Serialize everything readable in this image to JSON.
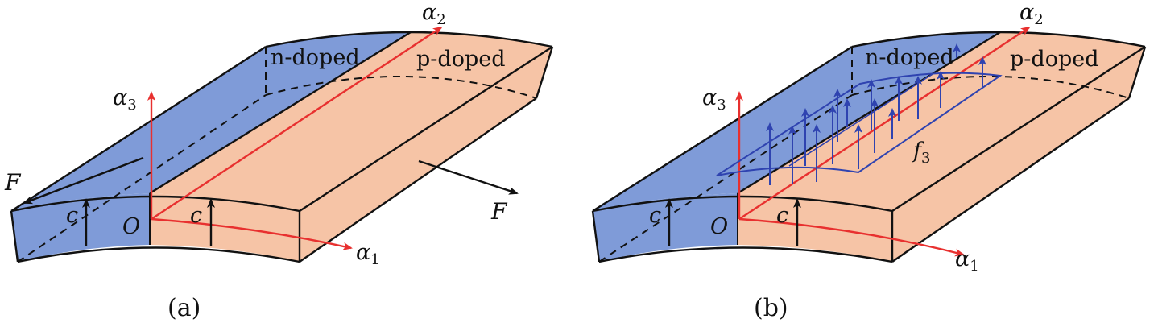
{
  "panels": [
    {
      "caption": "(a)",
      "regions": {
        "n": "n-doped",
        "p": "p-doped"
      },
      "axes": {
        "a1": "α",
        "a1_sub": "1",
        "a2": "α",
        "a2_sub": "2",
        "a3": "α",
        "a3_sub": "3"
      },
      "origin": "O",
      "thickness_label": "c",
      "force_label": "F"
    },
    {
      "caption": "(b)",
      "regions": {
        "n": "n-doped",
        "p": "p-doped"
      },
      "axes": {
        "a1": "α",
        "a1_sub": "1",
        "a2": "α",
        "a2_sub": "2",
        "a3": "α",
        "a3_sub": "3"
      },
      "origin": "O",
      "thickness_label": "c",
      "load_label": "f",
      "load_sub": "3"
    }
  ],
  "colors": {
    "n_region": "#7f9bd8",
    "p_region": "#f6c4a6",
    "axis": "#e8302f",
    "load": "#2f43b0",
    "edge": "#111111"
  }
}
